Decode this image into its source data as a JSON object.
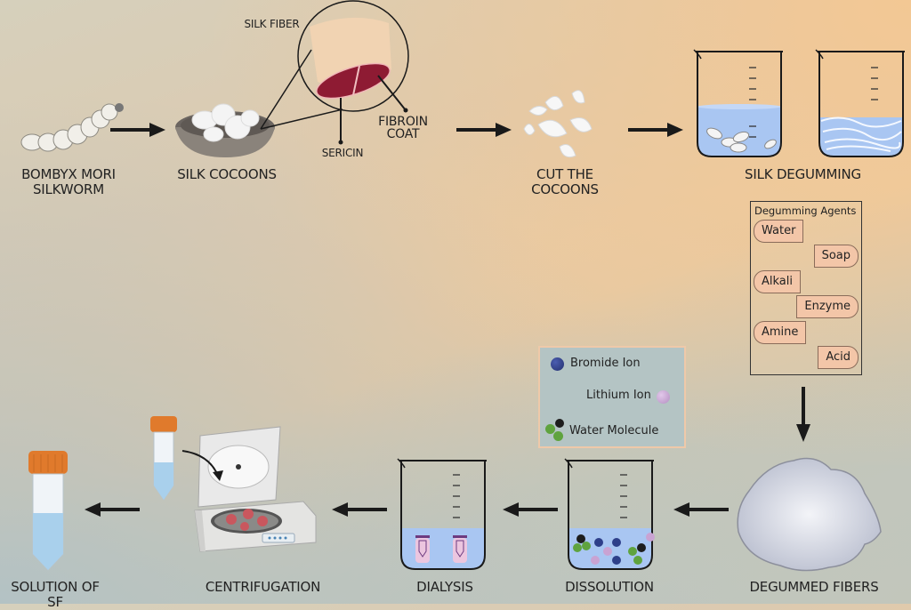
{
  "diagram": {
    "title": "Silk fibroin extraction process",
    "steps": [
      {
        "id": "silkworm",
        "label_line1": "BOMBYX MORI",
        "label_line2": "SILKWORM"
      },
      {
        "id": "cocoons",
        "label_line1": "SILK COCOONS"
      },
      {
        "id": "cut",
        "label_line1": "CUT THE",
        "label_line2": "COCOONS"
      },
      {
        "id": "degumming",
        "label_line1": "SILK DEGUMMING"
      },
      {
        "id": "degummed",
        "label_line1": "DEGUMMED FIBERS"
      },
      {
        "id": "dissolution",
        "label_line1": "DISSOLUTION"
      },
      {
        "id": "dialysis",
        "label_line1": "DIALYSIS"
      },
      {
        "id": "centrifugation",
        "label_line1": "CENTRIFUGATION"
      },
      {
        "id": "solution",
        "label_line1": "SOLUTION OF SF"
      }
    ],
    "fiber_callout": {
      "title": "SILK FIBER",
      "part_a": "SERICIN",
      "part_b_line1": "FIBROIN",
      "part_b_line2": "COAT"
    },
    "degumming_agents": {
      "title": "Degumming Agents",
      "items": [
        "Water",
        "Soap",
        "Alkali",
        "Enzyme",
        "Amine",
        "Acid"
      ]
    },
    "legend": {
      "items": [
        {
          "label": "Bromide Ion",
          "color": "#2e3f8a"
        },
        {
          "label": "Lithium Ion",
          "color": "#c9a3d3"
        },
        {
          "label": "Water Molecule",
          "color": "#5fa33e"
        }
      ]
    },
    "colors": {
      "arrow": "#1a1a1a",
      "liquid": "#a9c6f2",
      "sericin": "#8e1b33",
      "cap": "#e07a2c"
    }
  }
}
